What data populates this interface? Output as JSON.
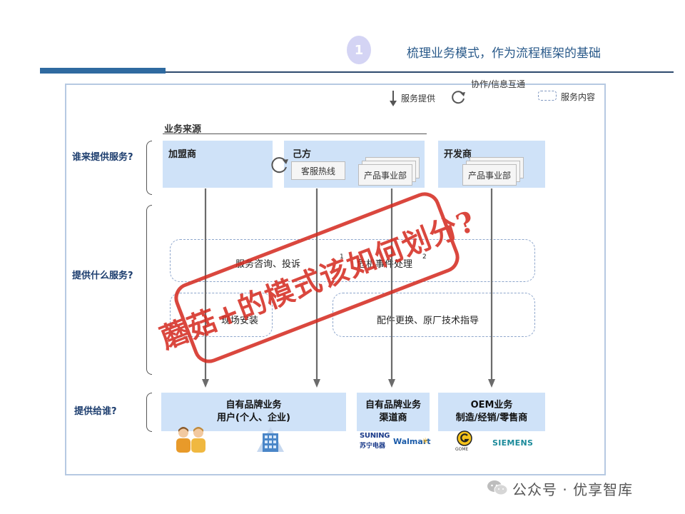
{
  "header": {
    "step_number": "1",
    "title": "梳理业务模式，作为流程框架的基础"
  },
  "legend": {
    "service_provision": "服务提供",
    "collaboration": "协作/信息互通",
    "service_content": "服务内容"
  },
  "source_label": "业务来源",
  "row_labels": {
    "who_provides": "谁来提供服务?",
    "what_service": "提供什么服务?",
    "to_whom": "提供给谁?"
  },
  "providers": {
    "franchise": "加盟商",
    "own": "己方",
    "developer": "开发商",
    "hotline": "客服热线",
    "product_dept": "产品事业部"
  },
  "services": {
    "consult": "服务咨询、投诉",
    "sup1": "1",
    "crisis": "危机事件处理",
    "sup2": "2",
    "install": "现场安装",
    "parts": "配件更换、原厂技术指导"
  },
  "recipients": {
    "own_users_line1": "自有品牌业务",
    "own_users_line2": "用户(个人、企业)",
    "own_channel_line1": "自有品牌业务",
    "own_channel_line2": "渠道商",
    "oem_line1": "OEM业务",
    "oem_line2": "制造/经销/零售商"
  },
  "logos": {
    "suning_en": "SUNING",
    "suning_cn": "苏宁电器",
    "walmart": "Walmart",
    "gome": "GOME",
    "siemens": "SIEMENS"
  },
  "stamp": "蘑菇+的模式该如何划分?",
  "watermark": "公众号 · 优享智库",
  "colors": {
    "box_blue": "#cfe2f8",
    "header_blue": "#2f6aa0",
    "stamp_red": "#d42a1f",
    "dashed_border": "#8ea6cc"
  }
}
